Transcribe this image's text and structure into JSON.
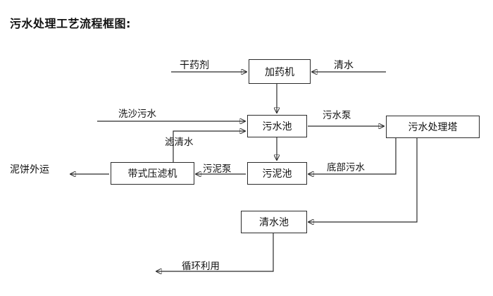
{
  "title": "污水处理工艺流程框图:",
  "nodes": [
    {
      "id": "dosing-machine",
      "label": "加药机"
    },
    {
      "id": "sewage-pool",
      "label": "污水池"
    },
    {
      "id": "treatment-tower",
      "label": "污水处理塔"
    },
    {
      "id": "belt-filter",
      "label": "带式压滤机"
    },
    {
      "id": "sludge-pool",
      "label": "污泥池"
    },
    {
      "id": "clean-water-pool",
      "label": "清水池"
    }
  ],
  "edge_labels": [
    {
      "id": "dry-agent",
      "label": "干药剂"
    },
    {
      "id": "clean-water-in",
      "label": "清水"
    },
    {
      "id": "sand-wash-sewage",
      "label": "洗沙污水"
    },
    {
      "id": "filtrate-water",
      "label": "滤清水"
    },
    {
      "id": "sewage-pump",
      "label": "污水泵"
    },
    {
      "id": "sludge-pump",
      "label": "污泥泵"
    },
    {
      "id": "bottom-sewage",
      "label": "底部污水"
    },
    {
      "id": "mud-cake-out",
      "label": "泥饼外运"
    },
    {
      "id": "recycle-use",
      "label": "循环利用"
    }
  ],
  "chart_data": {
    "type": "diagram",
    "title": "污水处理工艺流程框图:",
    "nodes": [
      "加药机",
      "污水池",
      "污水处理塔",
      "带式压滤机",
      "污泥池",
      "清水池"
    ],
    "external_terminals": [
      "干药剂",
      "清水",
      "洗沙污水",
      "泥饼外运",
      "循环利用"
    ],
    "edges": [
      {
        "from": "干药剂",
        "to": "加药机",
        "label": "干药剂"
      },
      {
        "from": "清水",
        "to": "加药机",
        "label": "清水"
      },
      {
        "from": "加药机",
        "to": "污水池",
        "label": ""
      },
      {
        "from": "洗沙污水",
        "to": "污水池",
        "label": "洗沙污水"
      },
      {
        "from": "带式压滤机",
        "to": "污水池",
        "label": "滤清水"
      },
      {
        "from": "污水池",
        "to": "污水处理塔",
        "label": "污水泵"
      },
      {
        "from": "污水池",
        "to": "污泥池",
        "label": ""
      },
      {
        "from": "污泥池",
        "to": "带式压滤机",
        "label": "污泥泵"
      },
      {
        "from": "污水处理塔",
        "to": "污泥池",
        "label": "底部污水"
      },
      {
        "from": "污水处理塔",
        "to": "清水池",
        "label": ""
      },
      {
        "from": "带式压滤机",
        "to": "泥饼外运",
        "label": "泥饼外运"
      },
      {
        "from": "清水池",
        "to": "循环利用",
        "label": "循环利用"
      }
    ]
  }
}
